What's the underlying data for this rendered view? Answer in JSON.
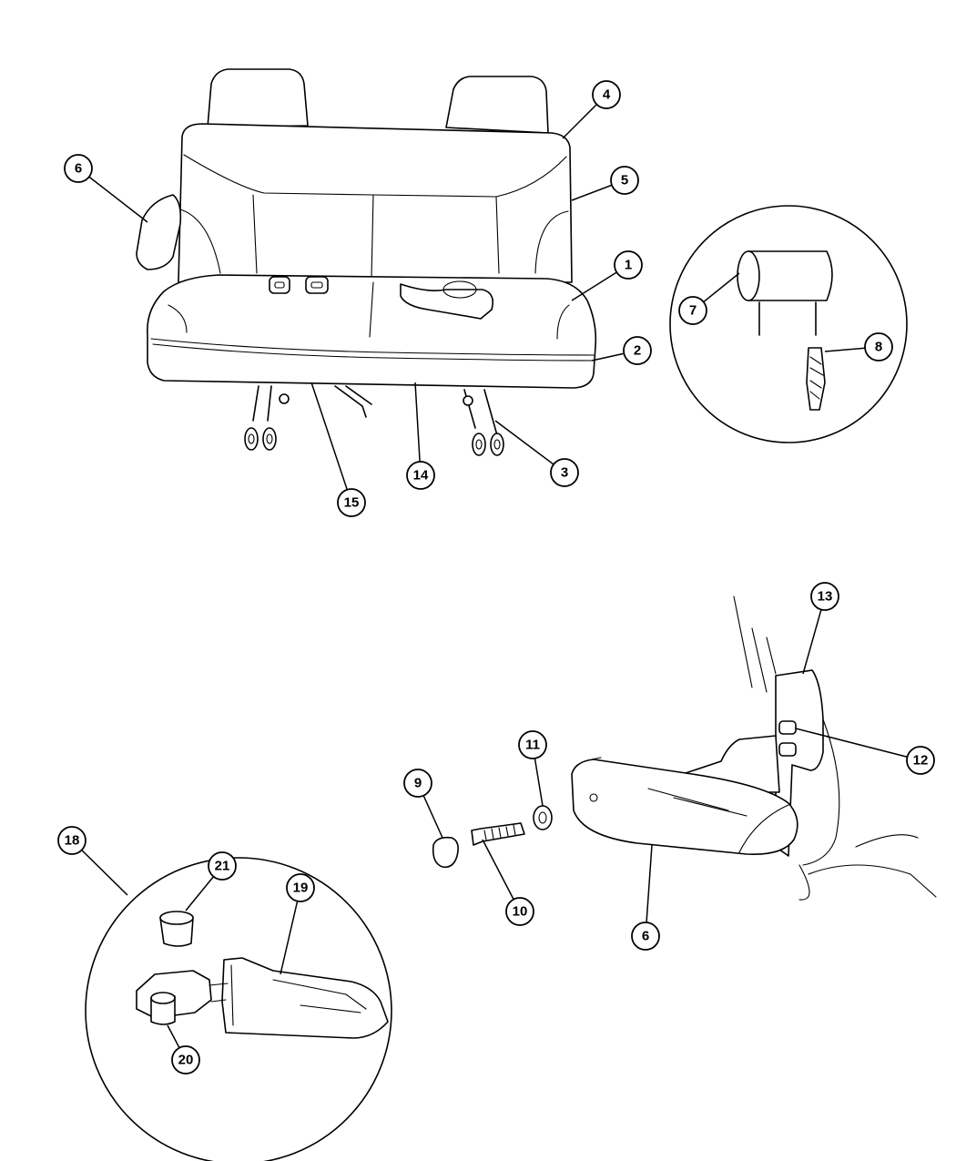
{
  "callouts": {
    "c1": "1",
    "c2": "2",
    "c3": "3",
    "c4": "4",
    "c5": "5",
    "c6a": "6",
    "c6b": "6",
    "c7": "7",
    "c8": "8",
    "c9": "9",
    "c10": "10",
    "c11": "11",
    "c12": "12",
    "c13": "13",
    "c14": "14",
    "c15": "15",
    "c18": "18",
    "c19": "19",
    "c20": "20",
    "c21": "21"
  }
}
